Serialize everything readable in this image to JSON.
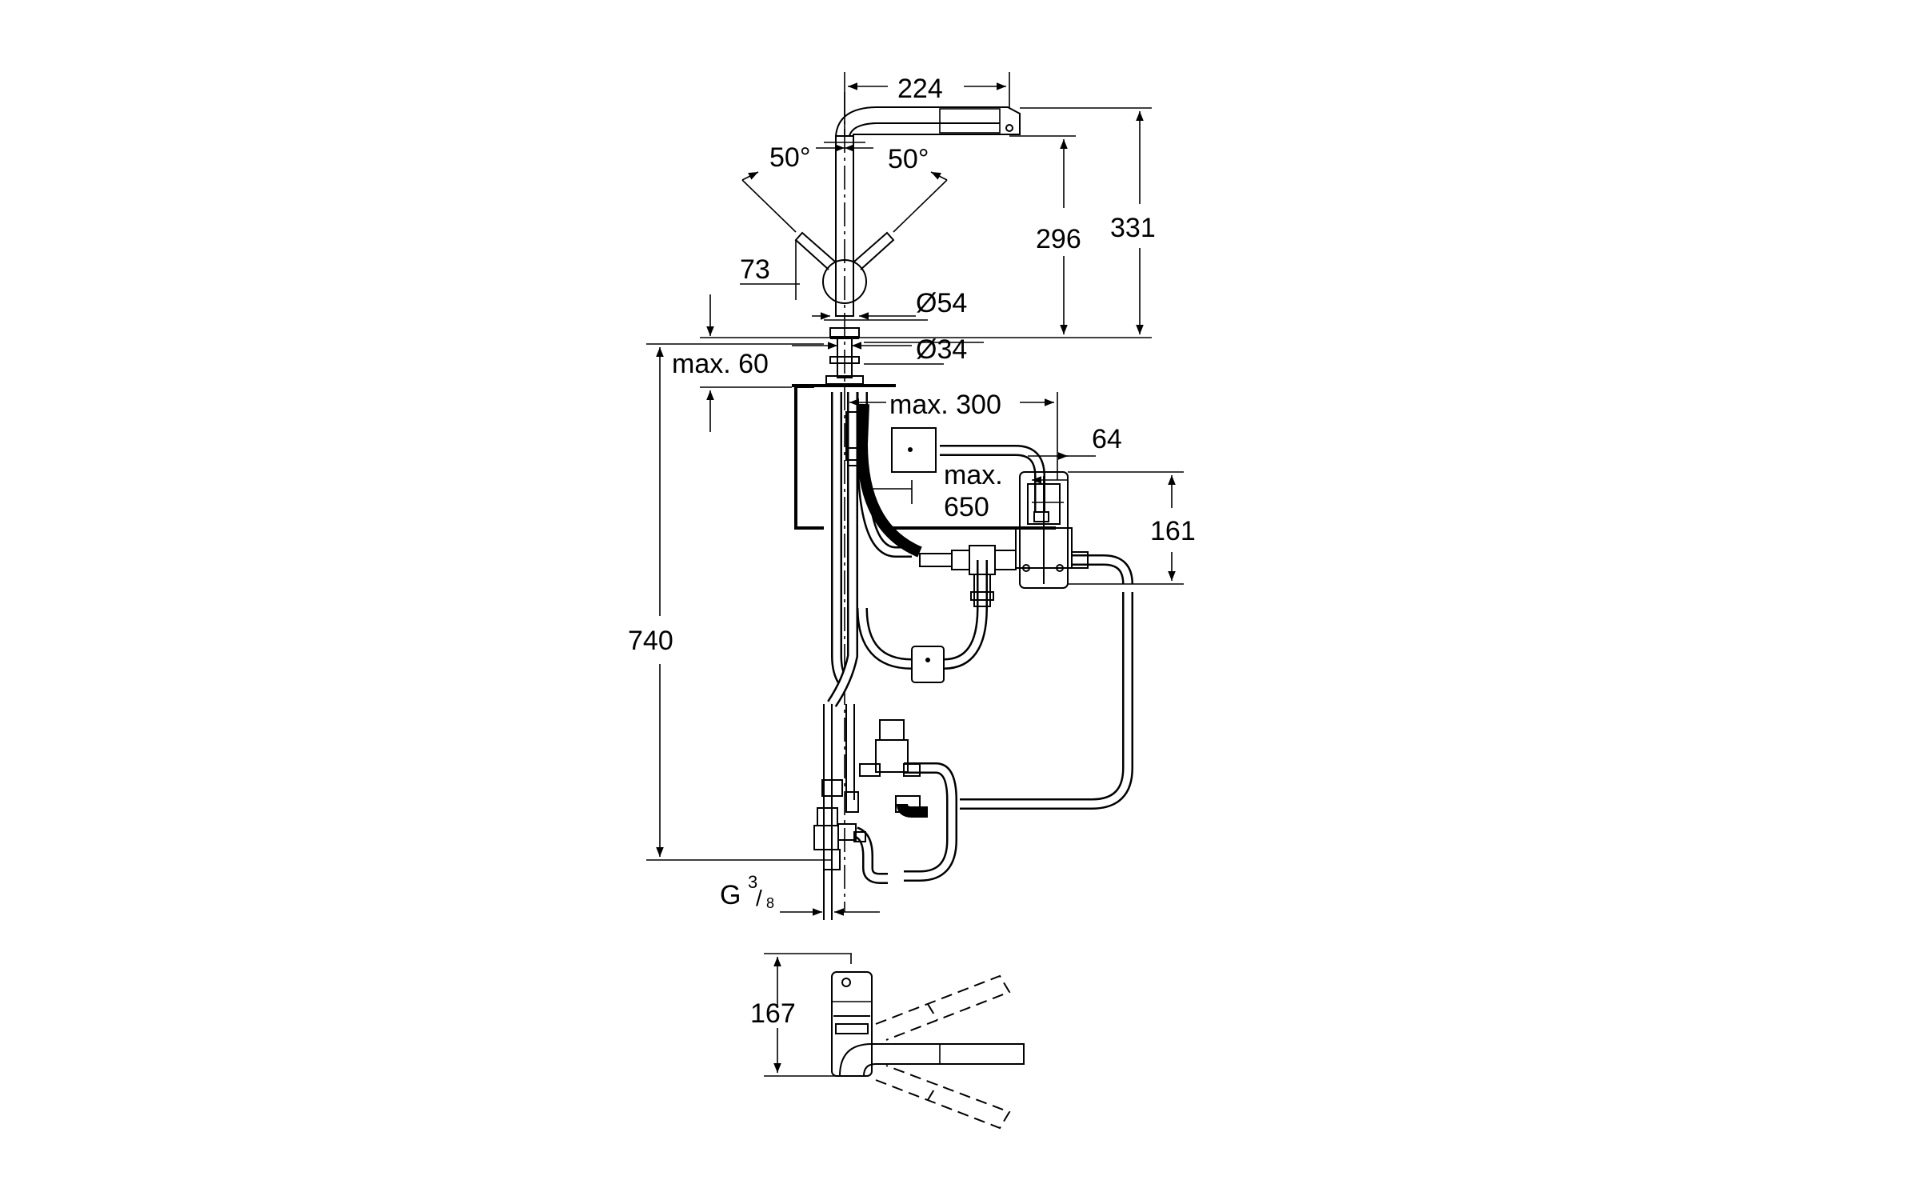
{
  "dimensions": {
    "reach": "224",
    "angle_left": "50°",
    "angle_right": "50°",
    "height_outlet": "296",
    "height_total": "331",
    "handle_length": "73",
    "body_diameter": "Ø54",
    "base_diameter": "Ø34",
    "max_deck": "max. 60",
    "max_hose_reach": "max. 300",
    "box_depth": "64",
    "max_hose_len_1": "max.",
    "max_hose_len_2": "650",
    "box_height": "161",
    "total_length": "740",
    "thread_main": "G",
    "thread_num": "3",
    "thread_den": "8",
    "plan_height": "167"
  }
}
